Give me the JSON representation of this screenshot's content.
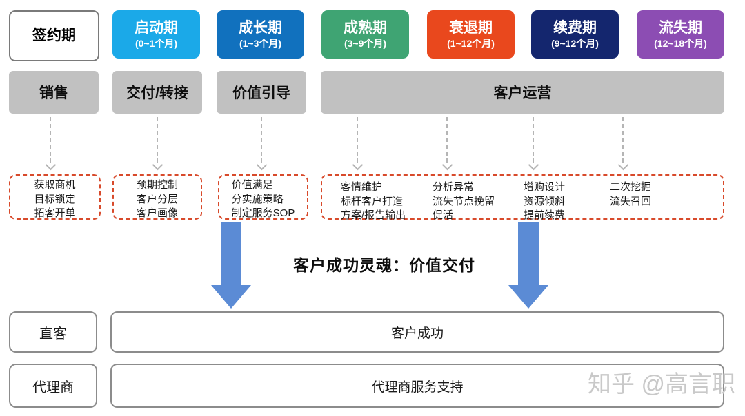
{
  "phases": [
    {
      "label": "签约期",
      "months": "",
      "bg": "#ffffff"
    },
    {
      "label": "启动期",
      "months": "(0~1个月)",
      "bg": "#1ba9e8"
    },
    {
      "label": "成长期",
      "months": "(1~3个月)",
      "bg": "#1171be"
    },
    {
      "label": "成熟期",
      "months": "(3~9个月)",
      "bg": "#3fa473"
    },
    {
      "label": "衰退期",
      "months": "(1~12个月)",
      "bg": "#e9481d"
    },
    {
      "label": "续费期",
      "months": "(9~12个月)",
      "bg": "#14266e"
    },
    {
      "label": "流失期",
      "months": "(12~18个月)",
      "bg": "#8c4db3"
    }
  ],
  "stages": [
    {
      "label": "销售"
    },
    {
      "label": "交付/转接"
    },
    {
      "label": "价值引导"
    },
    {
      "label": "客户运营"
    }
  ],
  "stage_tasks": [
    {
      "items": [
        "获取商机",
        "目标锁定",
        "拓客开单"
      ]
    },
    {
      "items": [
        "预期控制",
        "客户分层",
        "客户画像"
      ]
    },
    {
      "items": [
        "价值满足",
        "分实施策略",
        "制定服务SOP"
      ]
    }
  ],
  "operation_tasks": [
    {
      "items": [
        "客情维护",
        "标杆客户打造",
        "方案/报告输出"
      ]
    },
    {
      "items": [
        "分析异常",
        "流失节点挽留",
        "促活"
      ]
    },
    {
      "items": [
        "增购设计",
        "资源倾斜",
        "提前续费"
      ]
    },
    {
      "items": [
        "二次挖掘",
        "流失召回"
      ]
    }
  ],
  "slogan": "客户成功灵魂：价值交付",
  "channels": [
    {
      "label": "直客",
      "box": "客户成功"
    },
    {
      "label": "代理商",
      "box": "代理商服务支持"
    }
  ],
  "watermark": "知乎 @高言职",
  "colors": {
    "phase_signing_border": "#7a7a7a",
    "stage_bg": "#c1c1c1",
    "dashed_task_border": "#d84a2b",
    "connector_gray": "#b5b5b5",
    "blue_arrow": "#5b8bd5",
    "watermark_gray": "#c9c9c9"
  }
}
